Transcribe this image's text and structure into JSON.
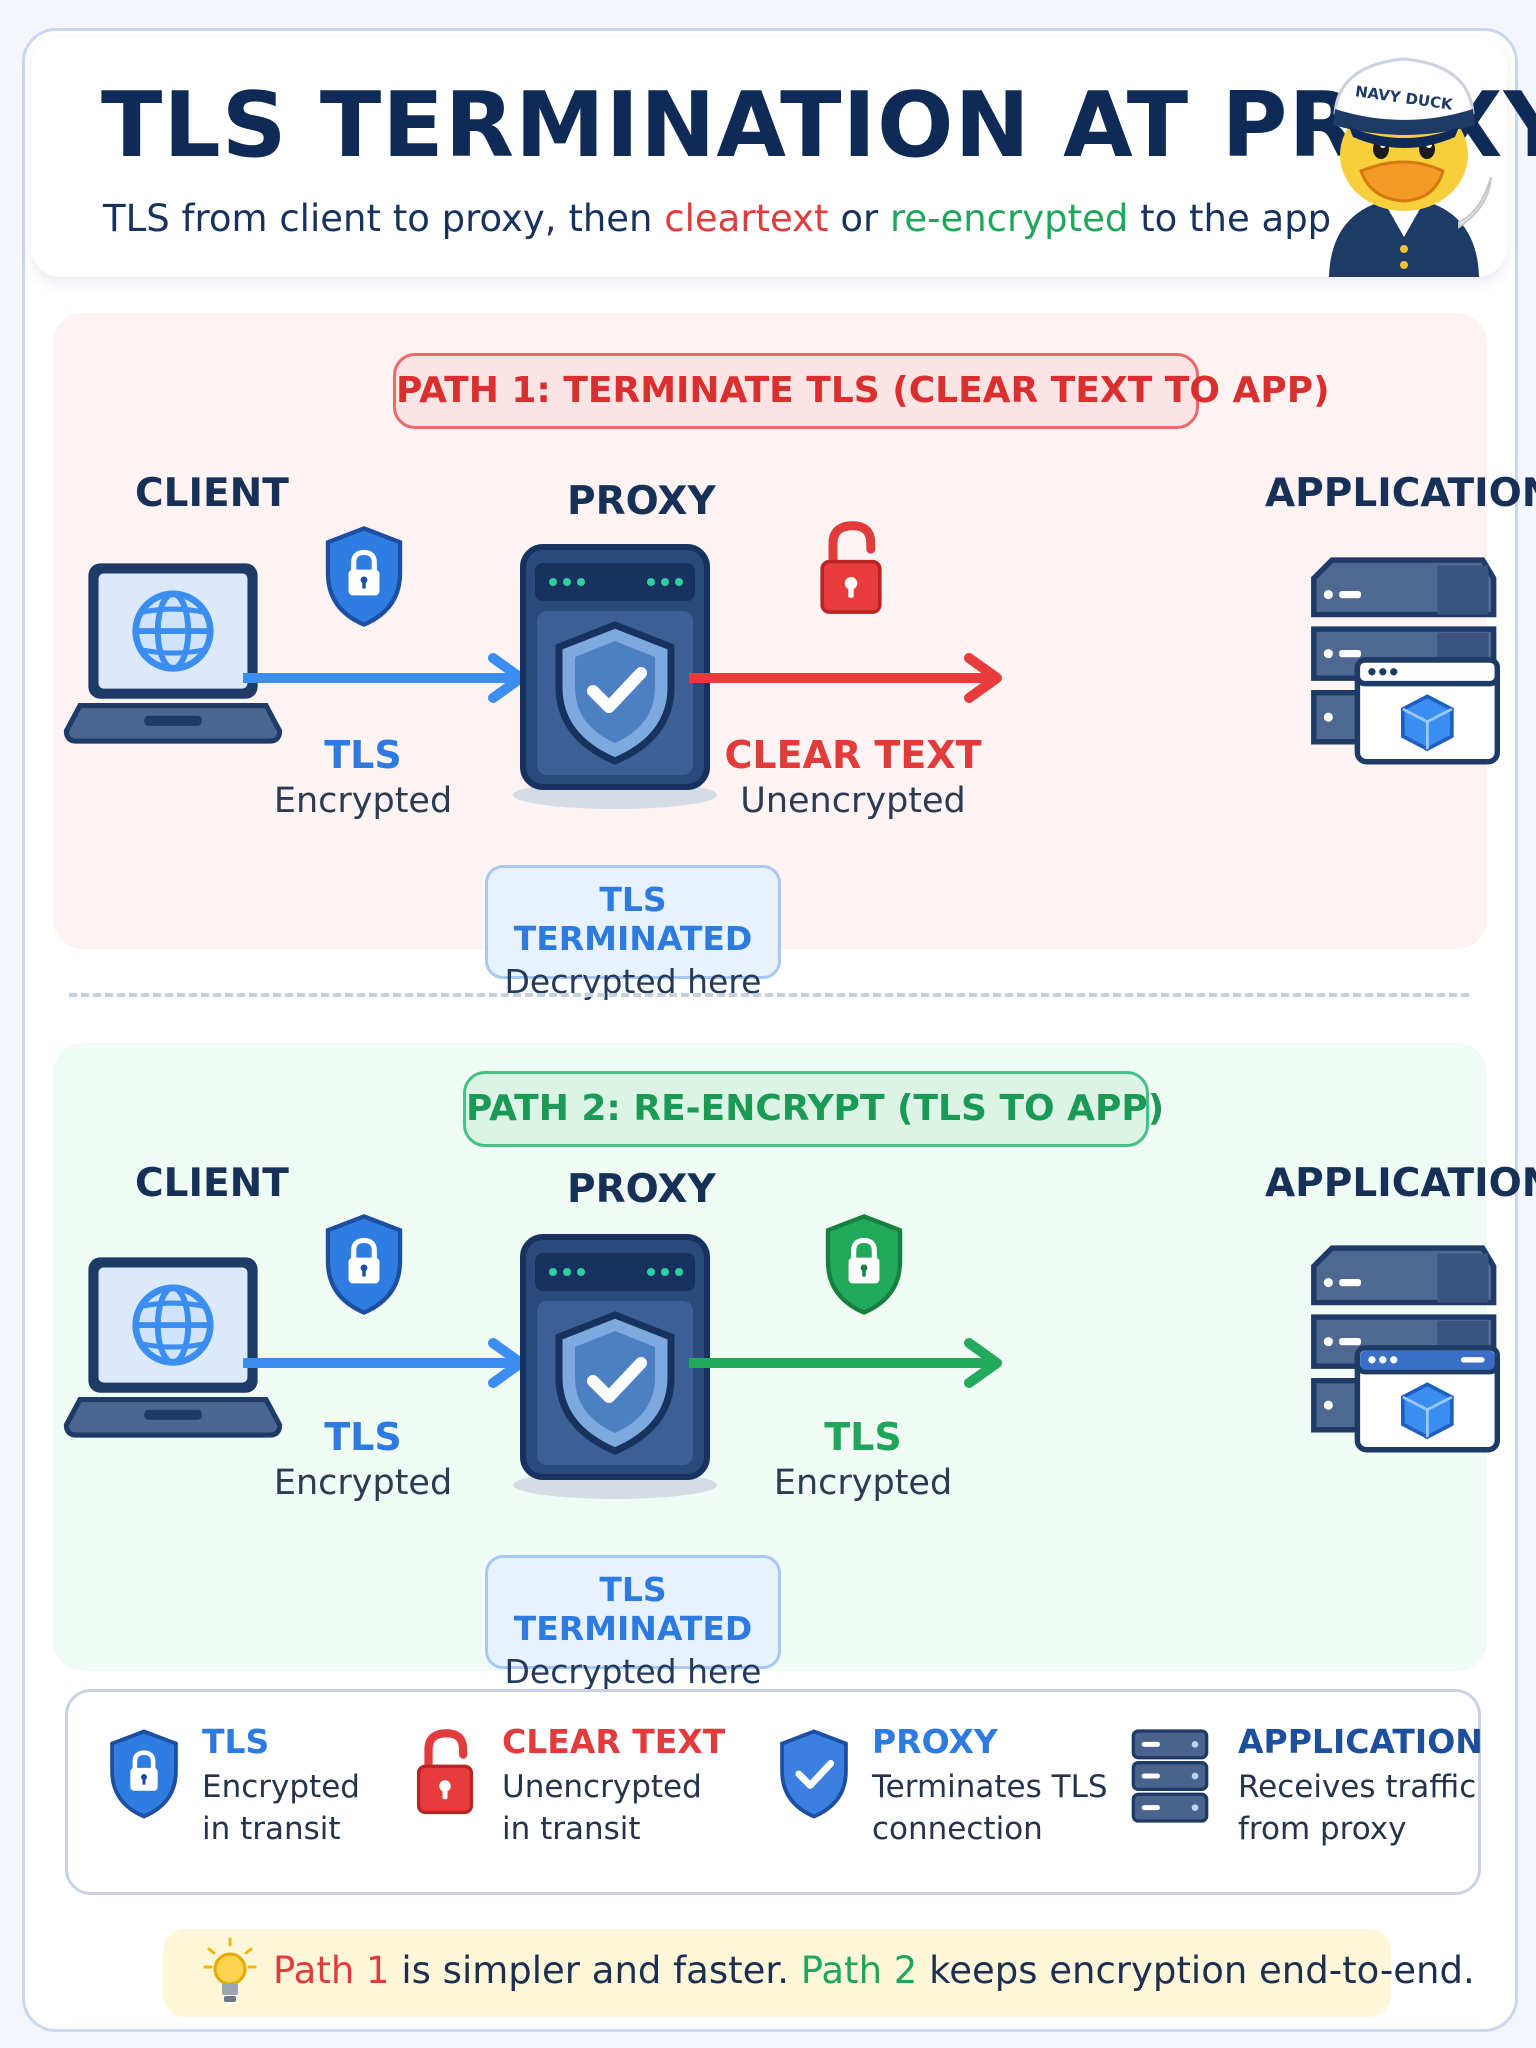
{
  "header": {
    "title": "TLS TERMINATION AT PROXY",
    "subtitle_part1": "TLS from client to proxy, then ",
    "subtitle_cleartext": "cleartext",
    "subtitle_or": " or ",
    "subtitle_reencrypted": "re-encrypted",
    "subtitle_end": " to the app",
    "mascot_badge": "NAVY DUCK"
  },
  "path1": {
    "title": "PATH 1: TERMINATE TLS (CLEAR TEXT TO APP)",
    "client_label": "CLIENT",
    "proxy_label": "PROXY",
    "app_label": "APPLICATION",
    "left_link_title": "TLS",
    "left_link_sub": "Encrypted",
    "right_link_title": "CLEAR TEXT",
    "right_link_sub": "Unencrypted",
    "terminated_title": "TLS TERMINATED",
    "terminated_sub": "Decrypted here"
  },
  "path2": {
    "title": "PATH 2: RE-ENCRYPT (TLS TO APP)",
    "client_label": "CLIENT",
    "proxy_label": "PROXY",
    "app_label": "APPLICATION",
    "left_link_title": "TLS",
    "left_link_sub": "Encrypted",
    "right_link_title": "TLS",
    "right_link_sub": "Encrypted",
    "terminated_title": "TLS TERMINATED",
    "terminated_sub": "Decrypted here"
  },
  "legend": [
    {
      "title": "TLS",
      "line1": "Encrypted",
      "line2": "in transit",
      "icon": "blue-lock-shield-icon"
    },
    {
      "title": "CLEAR TEXT",
      "line1": "Unencrypted",
      "line2": "in transit",
      "icon": "open-padlock-icon"
    },
    {
      "title": "PROXY",
      "line1": "Terminates TLS",
      "line2": "connection",
      "icon": "check-shield-icon"
    },
    {
      "title": "APPLICATION",
      "line1": "Receives traffic",
      "line2": "from proxy",
      "icon": "server-stack-icon"
    }
  ],
  "note": {
    "path1": "Path 1",
    "text1": " is simpler and faster. ",
    "path2": "Path 2",
    "text2": " keeps encryption end-to-end."
  },
  "colors": {
    "navy": "#102a57",
    "blue": "#3b8df0",
    "red": "#e83c3c",
    "green": "#1fa65a",
    "panel_red": "#fdf3f3",
    "panel_green": "#f1fbf5"
  }
}
